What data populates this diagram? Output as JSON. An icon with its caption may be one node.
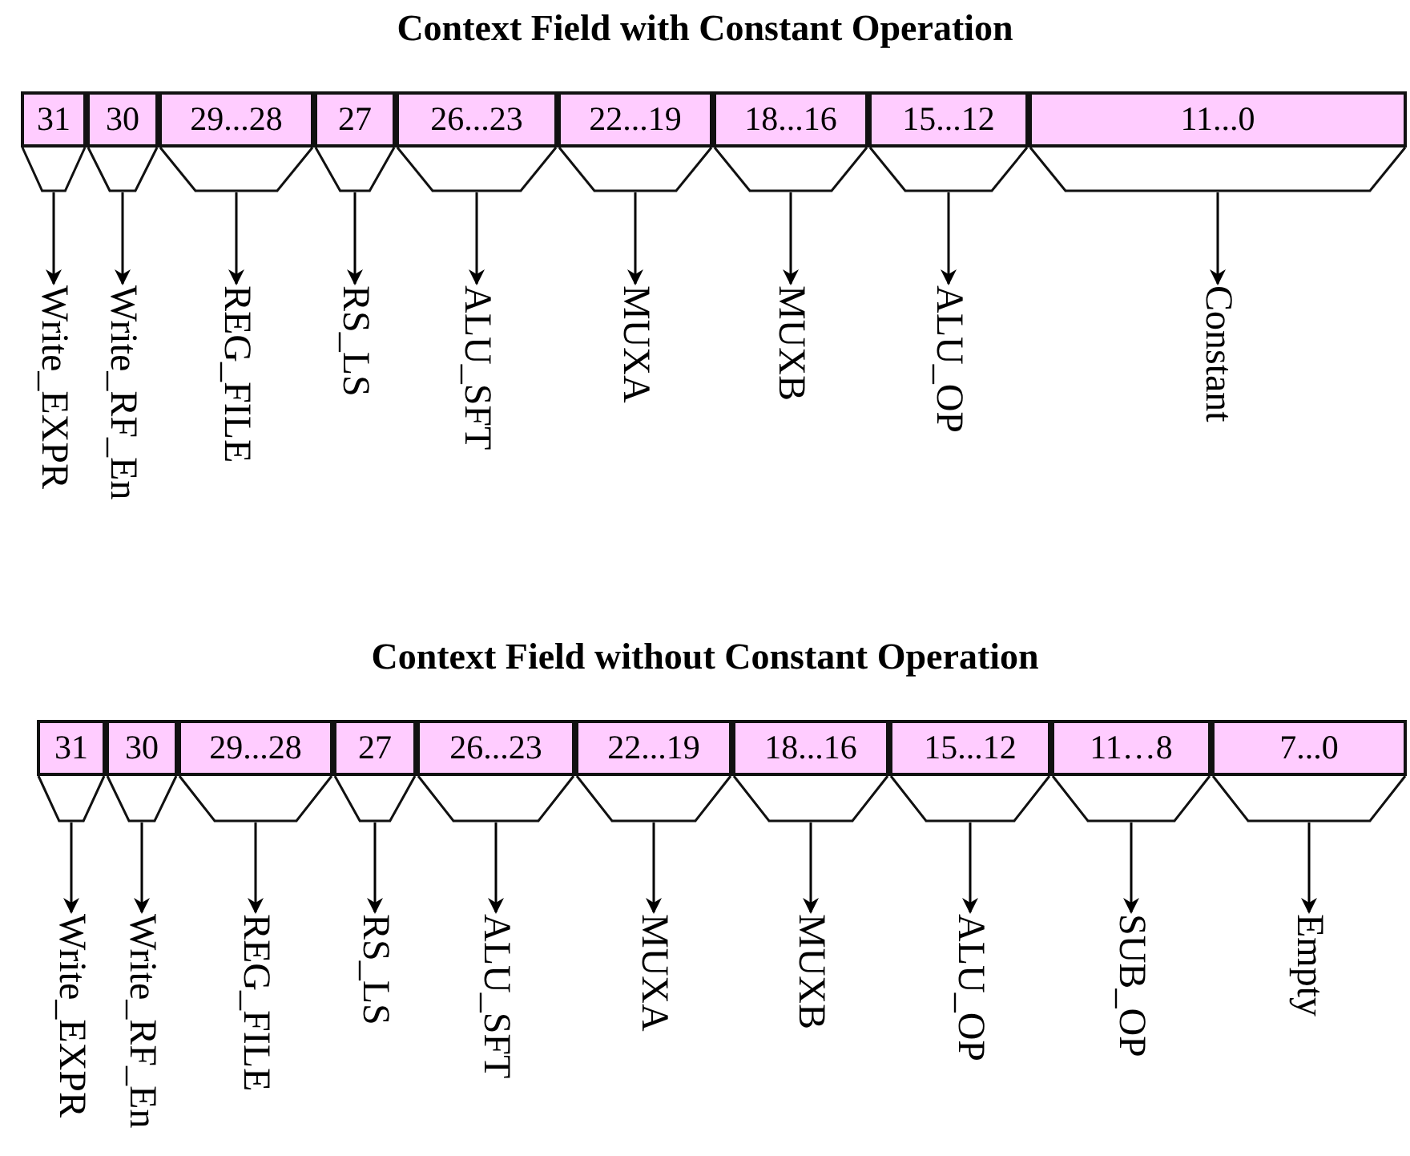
{
  "diagram": {
    "title": "Context Field with Constant Operation",
    "nodes": [
      {
        "text": [
          "31"
        ]
      },
      {
        "text": [
          "30"
        ]
      },
      {
        "text": [
          "29...28"
        ]
      },
      {
        "text": [
          "27"
        ]
      },
      {
        "text": [
          "26...23"
        ]
      },
      {
        "text": [
          "22...19"
        ]
      },
      {
        "text": [
          "18...16"
        ]
      },
      {
        "text": [
          "15...12"
        ]
      },
      {
        "text": [
          "11...0"
        ]
      },
      {
        "text": [
          "Write_EXPR"
        ]
      },
      {
        "text": [
          "Write_RF_En"
        ]
      },
      {
        "text": [
          "REG_FILE"
        ]
      },
      {
        "text": [
          "RS_LS"
        ]
      },
      {
        "text": [
          "ALU_SFT"
        ]
      },
      {
        "text": [
          "MUXA"
        ]
      },
      {
        "text": [
          "MUXB"
        ]
      },
      {
        "text": [
          "ALU_OP"
        ]
      },
      {
        "text": [
          "Constant"
        ]
      },
      {
        "text": [
          "31"
        ]
      },
      {
        "text": [
          "30"
        ]
      },
      {
        "text": [
          "29...28"
        ]
      },
      {
        "text": [
          "27"
        ]
      },
      {
        "text": [
          "26...23"
        ]
      },
      {
        "text": [
          "22...19"
        ]
      },
      {
        "text": [
          "18...16"
        ]
      },
      {
        "text": [
          "15...12"
        ]
      },
      {
        "text": [
          "11…8"
        ]
      },
      {
        "text": [
          "7...0"
        ]
      },
      {
        "text": [
          "Write_EXPR"
        ]
      },
      {
        "text": [
          "Write_RF_En"
        ]
      },
      {
        "text": [
          "REG_FILE"
        ]
      },
      {
        "text": [
          "RS_LS"
        ]
      },
      {
        "text": [
          "ALU_SFT"
        ]
      },
      {
        "text": [
          "MUXA"
        ]
      },
      {
        "text": [
          "MUXB"
        ]
      },
      {
        "text": [
          "ALU_OP"
        ]
      },
      {
        "text": [
          "SUB_OP"
        ]
      },
      {
        "text": [
          "Empty"
        ]
      }
    ],
    "edges": [
      {
        "from": 0,
        "to": 9,
        "arrow": "to"
      },
      {
        "from": 1,
        "to": 10,
        "arrow": "to"
      },
      {
        "from": 2,
        "to": 11,
        "arrow": "to"
      },
      {
        "from": 3,
        "to": 12,
        "arrow": "to"
      },
      {
        "from": 4,
        "to": 13,
        "arrow": "to"
      },
      {
        "from": 5,
        "to": 14,
        "arrow": "to"
      },
      {
        "from": 6,
        "to": 15,
        "arrow": "to"
      },
      {
        "from": 7,
        "to": 16,
        "arrow": "to"
      },
      {
        "from": 8,
        "to": 17,
        "arrow": "to"
      },
      {
        "from": 18,
        "to": 28,
        "arrow": "to"
      },
      {
        "from": 19,
        "to": 29,
        "arrow": "to"
      },
      {
        "from": 20,
        "to": 30,
        "arrow": "to"
      },
      {
        "from": 21,
        "to": 31,
        "arrow": "to"
      },
      {
        "from": 22,
        "to": 32,
        "arrow": "to"
      },
      {
        "from": 23,
        "to": 33,
        "arrow": "to"
      },
      {
        "from": 24,
        "to": 34,
        "arrow": "to"
      },
      {
        "from": 25,
        "to": 35,
        "arrow": "to"
      },
      {
        "from": 26,
        "to": 36,
        "arrow": "to"
      },
      {
        "from": 27,
        "to": 37,
        "arrow": "to"
      }
    ],
    "labels": [
      "Context Field without Constant Operation"
    ]
  }
}
